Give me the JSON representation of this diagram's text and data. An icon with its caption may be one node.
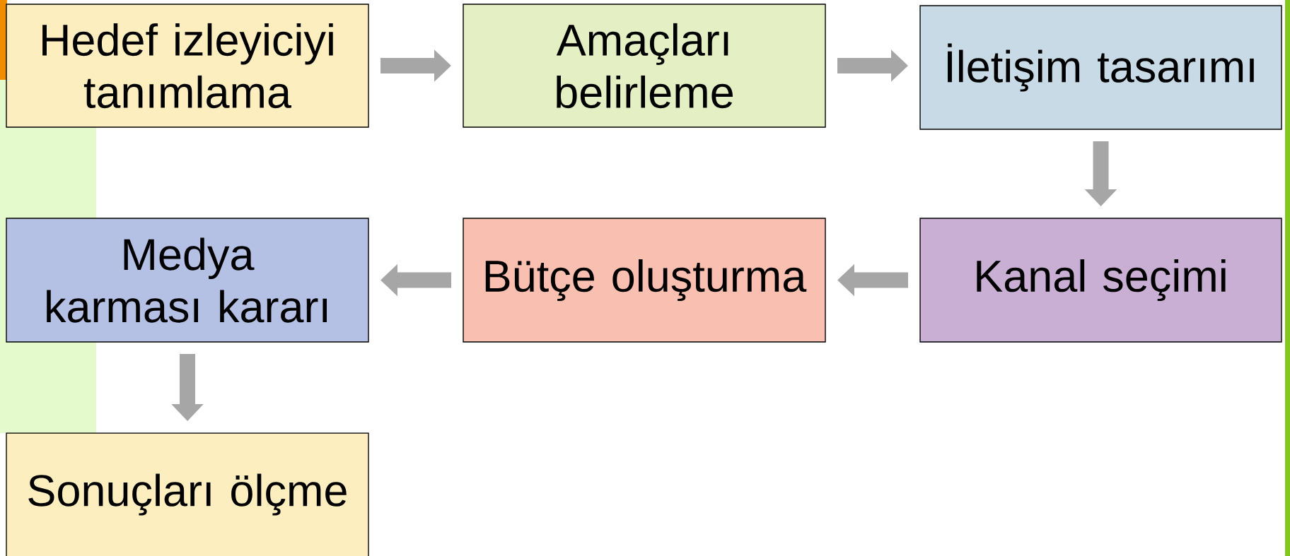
{
  "diagram": {
    "nodes": [
      {
        "text": [
          "Hedef izleyiciyi tanımlama"
        ]
      },
      {
        "text": [
          "Amaçları belirleme"
        ]
      },
      {
        "text": [
          "İletişim tasarımı"
        ]
      },
      {
        "text": [
          "Medya karması kararı"
        ]
      },
      {
        "text": [
          "Bütçe oluşturma"
        ]
      },
      {
        "text": [
          "Kanal seçimi"
        ]
      },
      {
        "text": [
          "Sonuçları ölçme"
        ]
      }
    ],
    "edges": [
      {
        "from": 0,
        "to": 1,
        "arrow": "to"
      },
      {
        "from": 1,
        "to": 2,
        "arrow": "to"
      },
      {
        "from": 2,
        "to": 5,
        "arrow": "to"
      },
      {
        "from": 5,
        "to": 4,
        "arrow": "to"
      },
      {
        "from": 4,
        "to": 3,
        "arrow": "to"
      },
      {
        "from": 3,
        "to": 6,
        "arrow": "to"
      }
    ]
  }
}
